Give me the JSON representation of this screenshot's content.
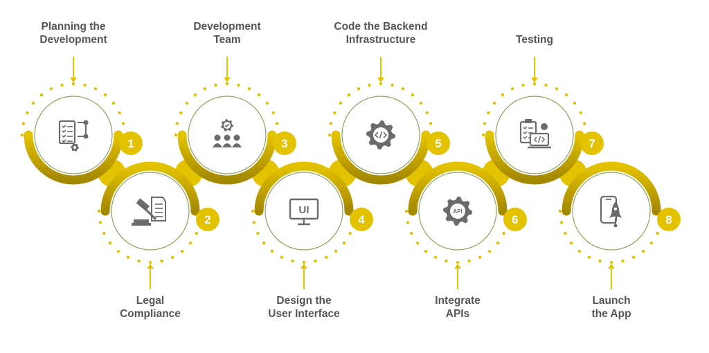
{
  "colors": {
    "accent": "#e3c300",
    "accent_dark": "#a48800",
    "dot": "#e0c000",
    "ring": "#8fa35a",
    "text": "#555555",
    "icon": "#6b6b6b",
    "badge_text": "#ffffff"
  },
  "steps": [
    {
      "number": "1",
      "label_lines": [
        "Planning the",
        "Development"
      ],
      "icon": "checklist-flow-icon"
    },
    {
      "number": "2",
      "label_lines": [
        "Legal",
        "Compliance"
      ],
      "icon": "gavel-document-icon"
    },
    {
      "number": "3",
      "label_lines": [
        "Development",
        "Team"
      ],
      "icon": "team-gear-icon"
    },
    {
      "number": "4",
      "label_lines": [
        "Design the",
        "User Interface"
      ],
      "icon": "ui-monitor-icon",
      "icon_text": "UI"
    },
    {
      "number": "5",
      "label_lines": [
        "Code the Backend",
        "Infrastructure"
      ],
      "icon": "code-gear-icon"
    },
    {
      "number": "6",
      "label_lines": [
        "Integrate",
        "APIs"
      ],
      "icon": "api-gear-icon",
      "icon_text": "API"
    },
    {
      "number": "7",
      "label_lines": [
        "Testing"
      ],
      "icon": "clipboard-code-icon"
    },
    {
      "number": "8",
      "label_lines": [
        "Launch",
        "the App"
      ],
      "icon": "phone-rocket-icon"
    }
  ]
}
